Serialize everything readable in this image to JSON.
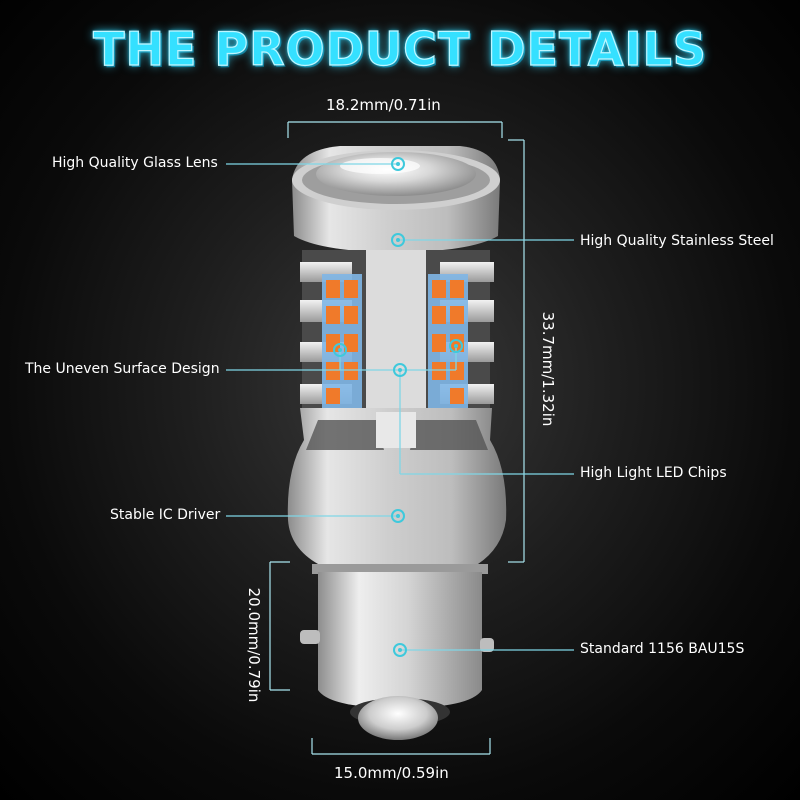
{
  "title": "THE PRODUCT DETAILS",
  "dimensions": {
    "top_width": "18.2mm/0.71in",
    "overall_height": "33.7mm/1.32in",
    "base_height": "20.0mm/0.79in",
    "base_width": "15.0mm/0.59in"
  },
  "callouts": {
    "glass_lens": "High Quality Glass Lens",
    "stainless_steel": "High Quality Stainless Steel",
    "uneven_surface": "The Uneven Surface Design",
    "led_chips": "High Light LED Chips",
    "ic_driver": "Stable IC Driver",
    "base_type": "Standard 1156 BAU15S"
  },
  "colors": {
    "title": "#35e0ff",
    "callout_line": "#7fd6e6",
    "led_chip": "#f07a2a",
    "body_silver": "#c9c9c9"
  }
}
